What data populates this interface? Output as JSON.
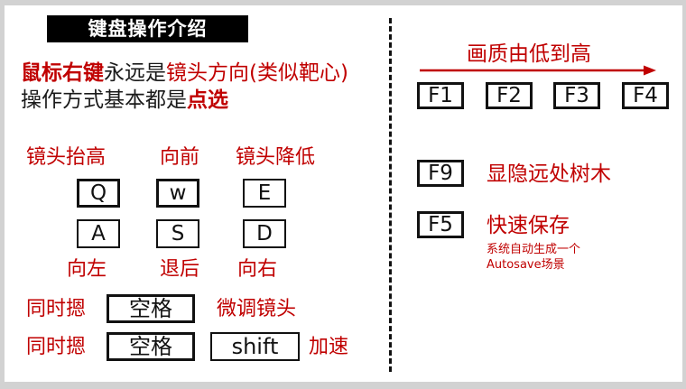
{
  "slide": {
    "title": "键盘操作介绍",
    "accent_red": "#C00000",
    "text_black": "#1A1A1A",
    "background": "#FFFFFF"
  },
  "intro": {
    "line1_part1": "鼠标右键",
    "line1_part2": "永远是",
    "line1_part3": "镜头方向(类似靶心)",
    "line2_part1": "操作方式基本都是",
    "line2_part2": "点选"
  },
  "left_panel": {
    "top_labels": [
      "镜头抬高",
      "向前",
      "镜头降低"
    ],
    "row_upper_keys": [
      "Q",
      "w",
      "E"
    ],
    "row_lower_keys": [
      "A",
      "S",
      "D"
    ],
    "bottom_labels": [
      "向左",
      "退后",
      "向右"
    ],
    "combo_rows": [
      {
        "prefix": "同时摁",
        "key": "空格",
        "suffix": "微调镜头"
      },
      {
        "prefix": "同时摁",
        "key": "空格",
        "key2": "shift",
        "suffix": "加速"
      }
    ]
  },
  "right_panel": {
    "quality_heading": "画质由低到高",
    "arrow_icon": "right-arrow",
    "function_keys": [
      "F1",
      "F2",
      "F3",
      "F4"
    ],
    "entries": [
      {
        "key": "F9",
        "label": "显隐远处树木",
        "note_line1": "",
        "note_line2": ""
      },
      {
        "key": "F5",
        "label": "快速保存",
        "note_line1": "系统自动生成一个",
        "note_line2": "Autosave场景"
      }
    ]
  }
}
